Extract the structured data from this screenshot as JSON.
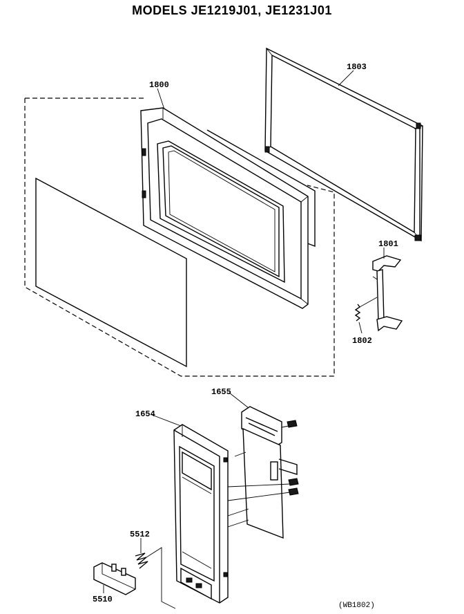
{
  "title": "MODELS JE1219J01, JE1231J01",
  "figure_code": "(WB1802)",
  "parts": {
    "p1800": "1800",
    "p1803": "1803",
    "p1801": "1801",
    "p1802": "1802",
    "p1655": "1655",
    "p1654": "1654",
    "p5512": "5512",
    "p5510": "5510"
  }
}
